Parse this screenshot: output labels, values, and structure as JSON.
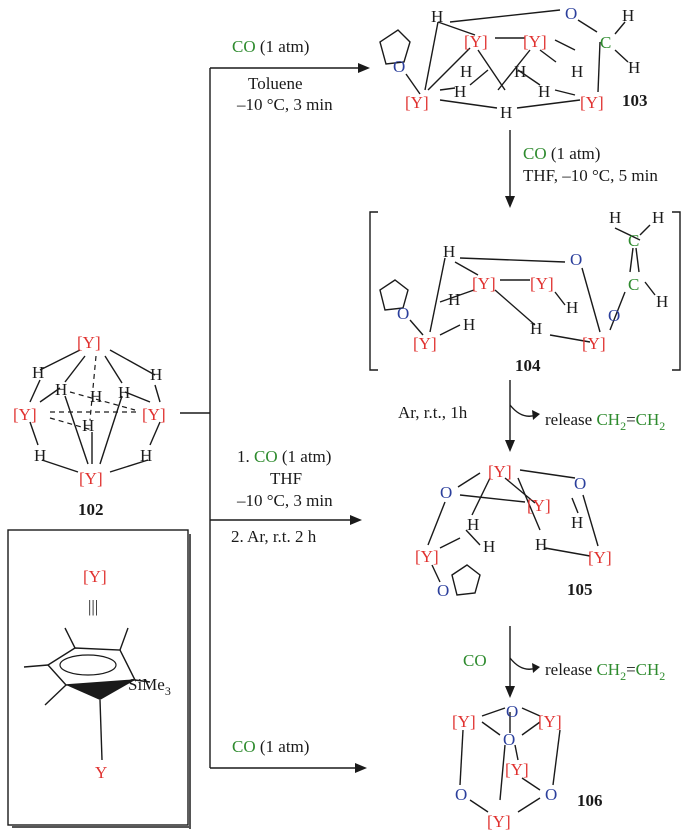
{
  "atoms": {
    "Y": "[Y]",
    "H": "H",
    "O": "O",
    "C": "C"
  },
  "compounds": {
    "c102": "102",
    "c103": "103",
    "c104": "104",
    "c105": "105",
    "c106": "106"
  },
  "conditions": {
    "co": "CO",
    "atm": " (1 atm)",
    "to103_line2": "Toluene",
    "to103_line3": "–10 °C, 3 min",
    "to104_line2": "THF, –10 °C, 5 min",
    "to105_from104_line1": "Ar, r.t., 1h",
    "release": "release ",
    "ch2_1": "CH",
    "ch2_sub": "2",
    "eq": "=",
    "to105_direct_num1": "1. ",
    "to105_direct_line2": "THF",
    "to105_direct_line3": "–10 °C, 3 min",
    "to105_direct_line4": "2. Ar, r.t. 2 h",
    "comma": ","
  },
  "legend": {
    "sime3": "SiMe",
    "sime3_sub": "3",
    "y_metal": "Y",
    "equiv": "|||"
  }
}
